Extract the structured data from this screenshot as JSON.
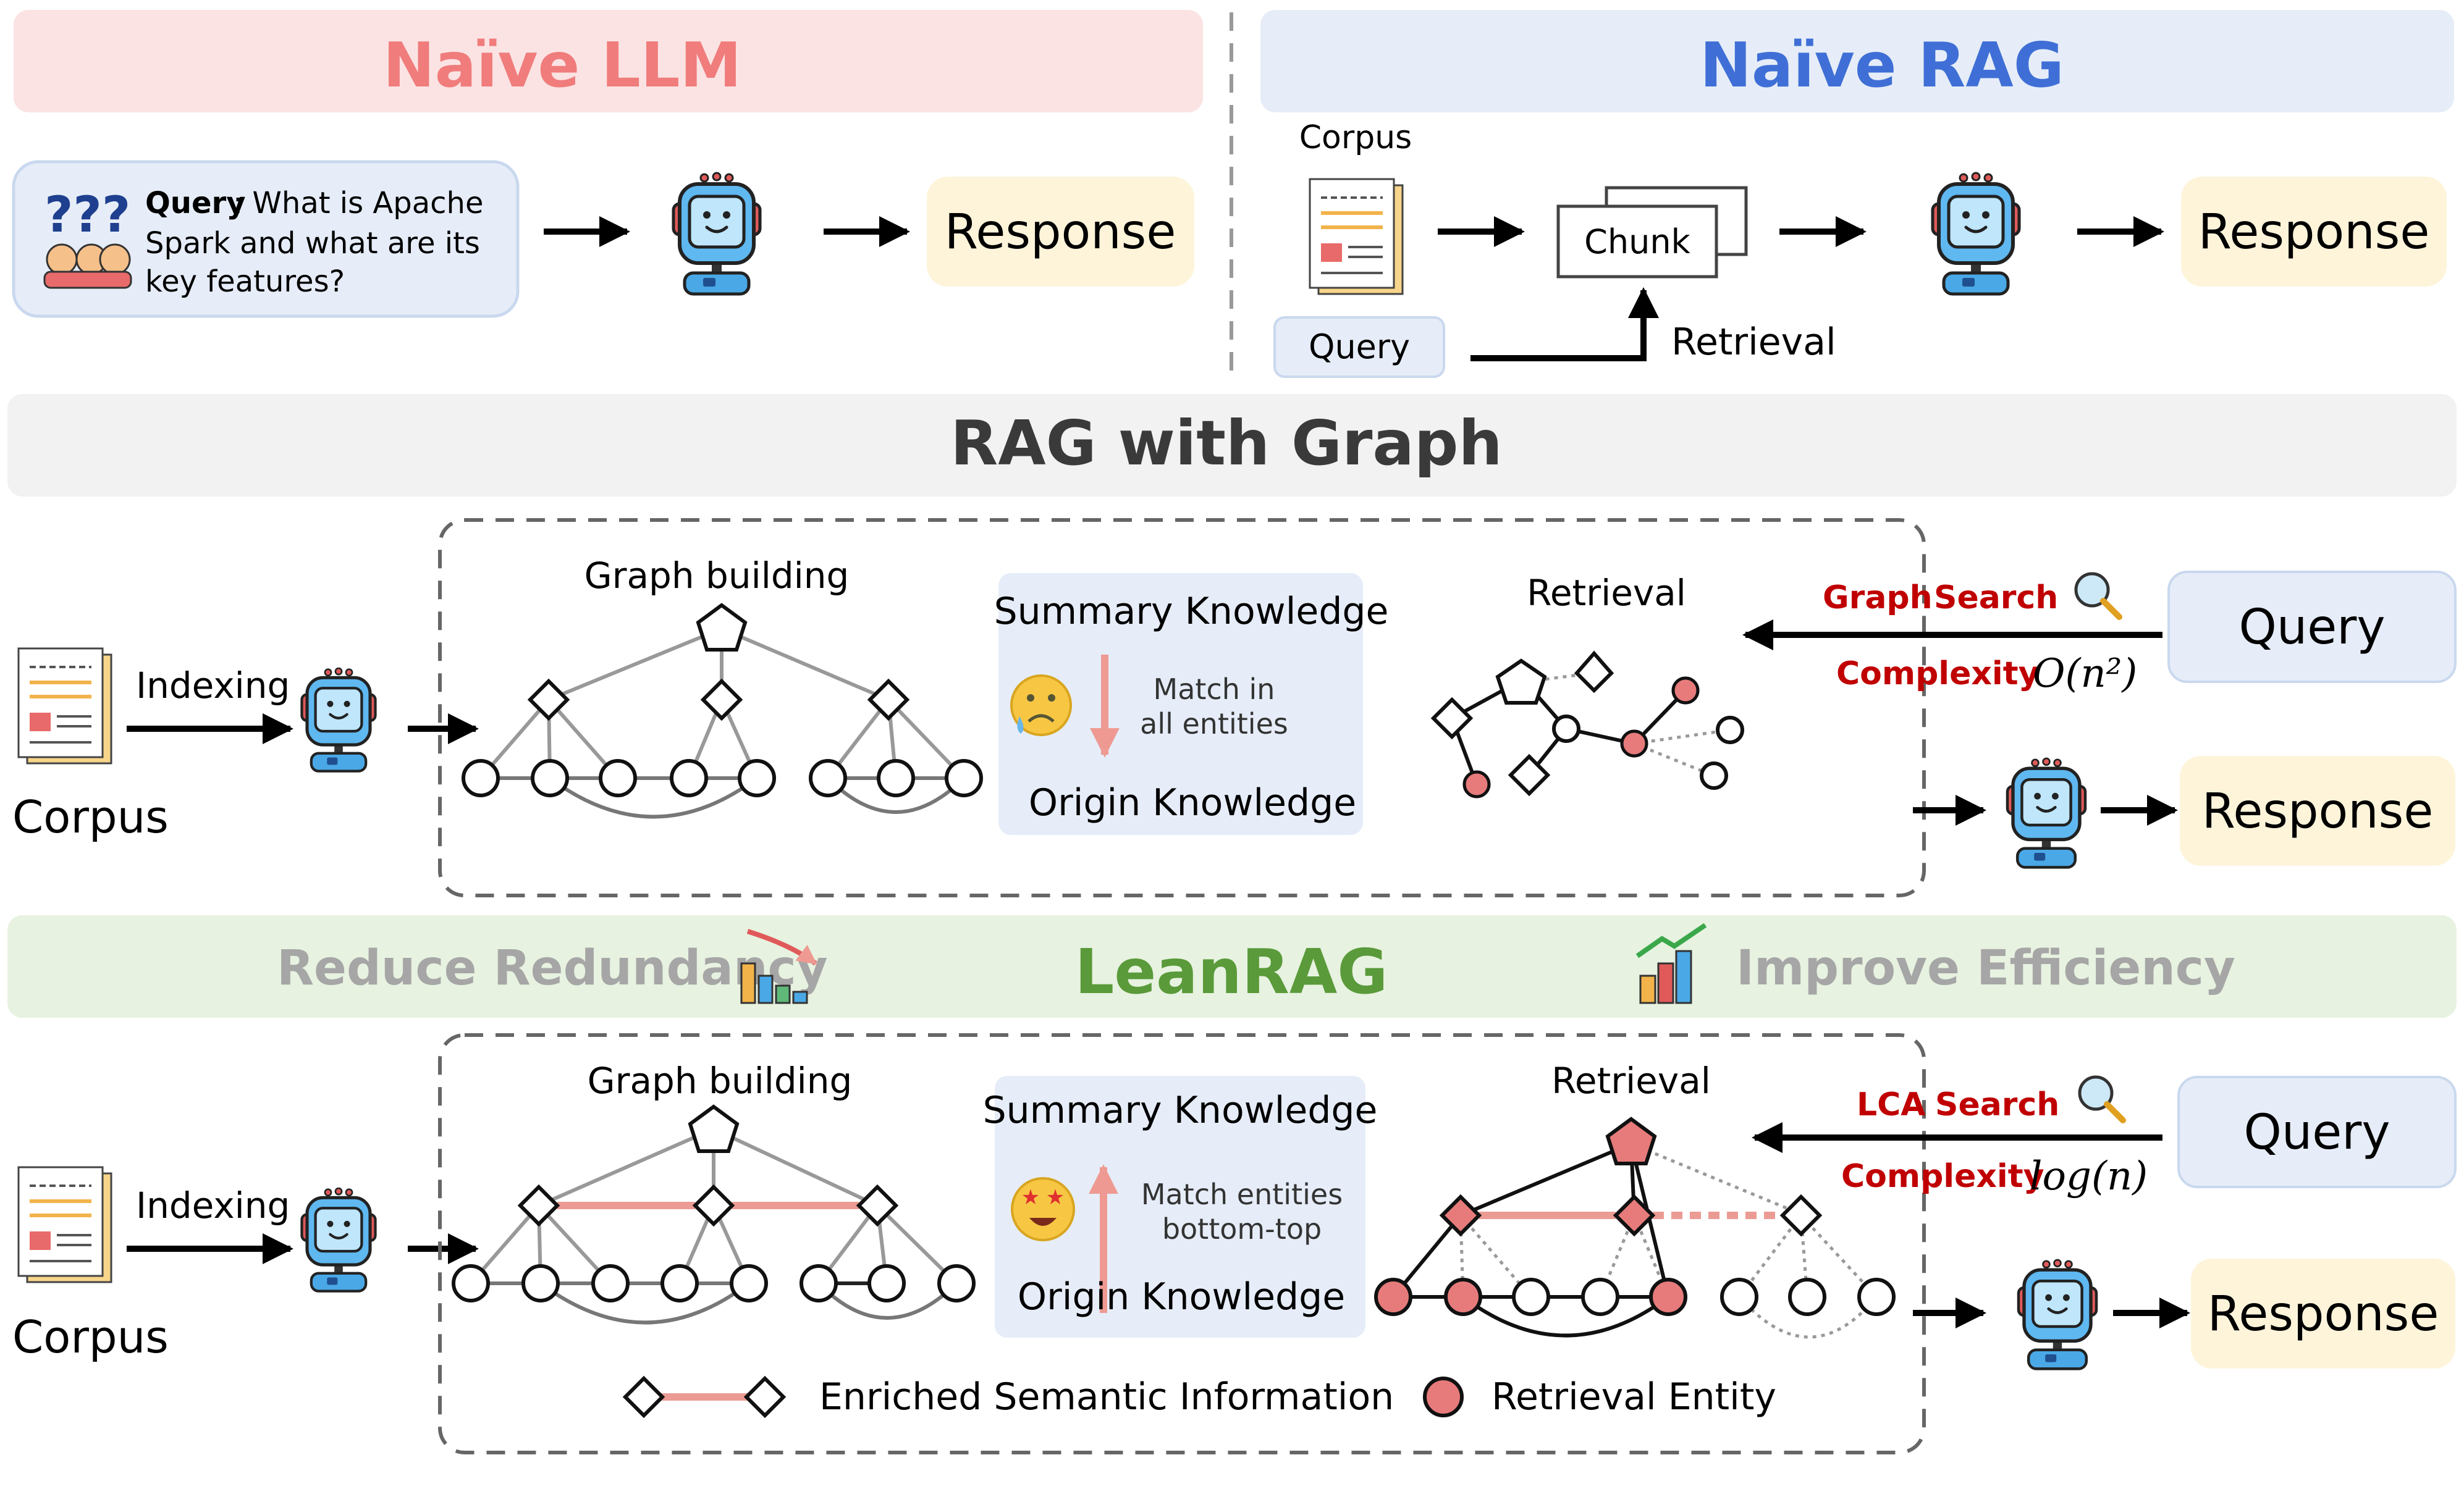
{
  "sections": {
    "naive_llm": {
      "title": "Naïve LLM",
      "query_label": "Query",
      "query_text_line1": ": What is Apache",
      "query_text_line2": "Spark and what are its",
      "query_text_line3": "key features?",
      "response": "Response"
    },
    "naive_rag": {
      "title": "Naïve RAG",
      "corpus": "Corpus",
      "chunk": "Chunk",
      "query": "Query",
      "retrieval": "Retrieval",
      "response": "Response"
    },
    "rag_graph": {
      "title": "RAG with Graph",
      "indexing": "Indexing",
      "corpus": "Corpus",
      "graph_building": "Graph building",
      "summary_knowledge": "Summary Knowledge",
      "match_line1": "Match in",
      "match_line2": "all entities",
      "origin_knowledge": "Origin  Knowledge",
      "retrieval": "Retrieval",
      "search_word1": "Graph",
      "search_word2": "Search",
      "complexity": "Complexity",
      "complexity_value": "O(n²)",
      "query": "Query",
      "response": "Response"
    },
    "leanrag_banner": {
      "left": "Reduce Redundancy",
      "center": "LeanRAG",
      "right": "Improve Efficiency"
    },
    "leanrag": {
      "indexing": "Indexing",
      "corpus": "Corpus",
      "graph_building": "Graph building",
      "summary_knowledge": "Summary Knowledge",
      "match_line1": "Match entities",
      "match_line2": "bottom-top",
      "origin_knowledge": "Origin  Knowledge",
      "retrieval": "Retrieval",
      "search_word1": "LCA",
      "search_word2": "Search",
      "complexity": "Complexity",
      "complexity_value": "log(n)",
      "query": "Query",
      "response": "Response",
      "legend_enriched": "Enriched Semantic Information",
      "legend_entity": "Retrieval Entity"
    }
  },
  "colors": {
    "naive_llm_header_bg": "#fbe3e3",
    "naive_llm_title": "#f07c7c",
    "naive_rag_header_bg": "#e6edf8",
    "naive_rag_title": "#3f6fd6",
    "graph_header_bg": "#f2f2f2",
    "banner_bg": "#e7f2e0",
    "leanrag_title": "#5a9a3a",
    "banner_muted": "#a6a6a6",
    "query_bg": "#e6edf8",
    "response_bg": "#fdf4da",
    "summary_bg": "#e6edf8",
    "search_red": "#c00000",
    "entity_red": "#e77b7b",
    "enriched_edge": "#ec9b94"
  }
}
